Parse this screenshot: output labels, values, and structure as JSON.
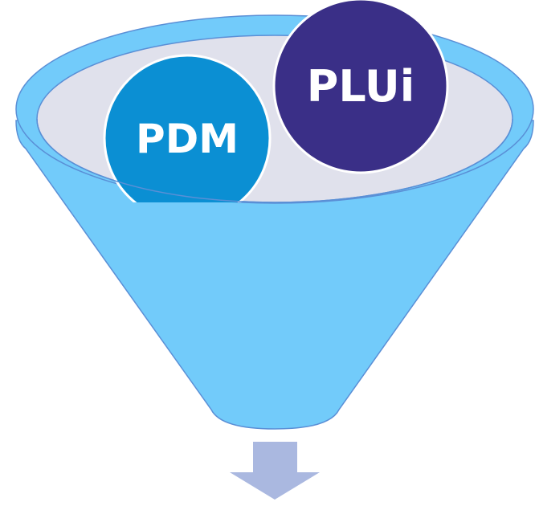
{
  "diagram": {
    "type": "funnel",
    "inputs": [
      {
        "label": "PDM",
        "color": "#0b8fd3"
      },
      {
        "label": "PLUi",
        "color": "#3a2f87"
      }
    ],
    "colors": {
      "funnel_fill": "#72cbfa",
      "funnel_stroke": "#5a8fd6",
      "bowl_fill": "#e0e1ec",
      "arrow_fill": "#aab8e0",
      "label_text": "#ffffff",
      "circle_stroke": "#ffffff"
    },
    "output": {
      "icon": "arrow-down-icon"
    }
  }
}
